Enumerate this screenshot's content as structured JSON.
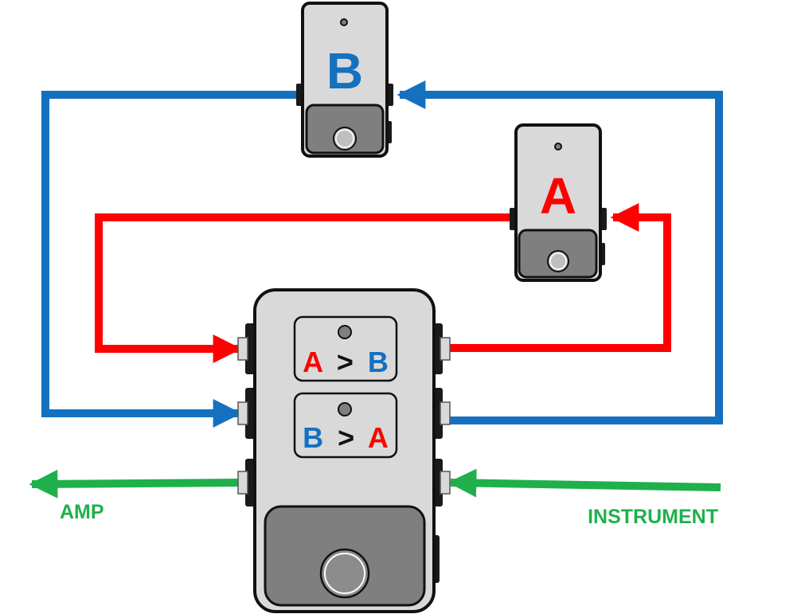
{
  "pedal_b": {
    "letter": "B"
  },
  "pedal_a": {
    "letter": "A"
  },
  "switcher": {
    "loop_1": {
      "first": "A",
      "separator": ">",
      "second": "B"
    },
    "loop_2": {
      "first": "B",
      "separator": ">",
      "second": "A"
    }
  },
  "labels": {
    "amp": "AMP",
    "instrument": "INSTRUMENT"
  },
  "colors": {
    "blue": "#1570c0",
    "red": "#ff0000",
    "green": "#1fb04c",
    "pedal_body": "#d9d9d9",
    "footswitch_panel": "#7f7f7f",
    "jack": "#1a1a1a"
  }
}
